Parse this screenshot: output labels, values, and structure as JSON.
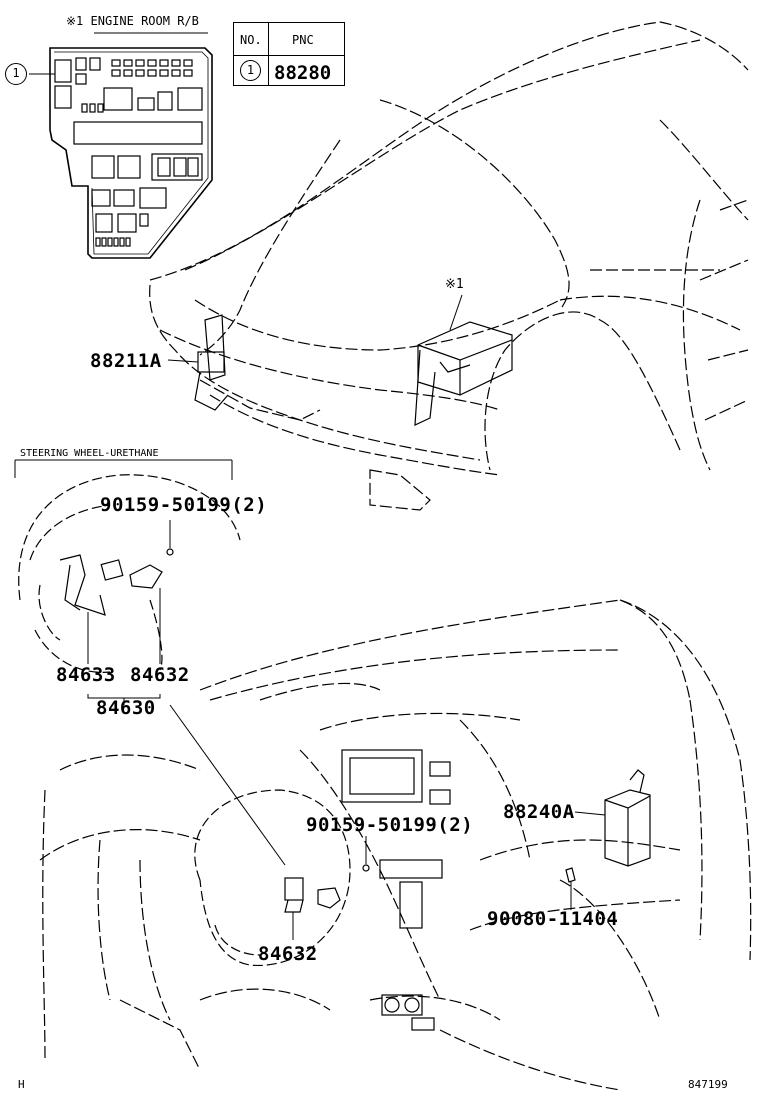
{
  "inset_engine_room": {
    "title": "※1  ENGINE ROOM R/B",
    "callout": "1"
  },
  "pnc_table": {
    "header_no": "NO.",
    "header_pnc": "PNC",
    "row_no": "1",
    "row_pnc": "88280"
  },
  "callout_star1": "※1",
  "labels": {
    "p88211A": "88211A",
    "steering_title": "STEERING WHEEL-URETHANE",
    "p90159_top": "90159-50199(2)",
    "p84633": "84633",
    "p84632_top": "84632",
    "p84630": "84630",
    "p90159_mid": "90159-50199(2)",
    "p88240A": "88240A",
    "p90080": "90080-11404",
    "p84632_bottom": "84632",
    "corner_h": "H",
    "fig_no": "847199"
  }
}
